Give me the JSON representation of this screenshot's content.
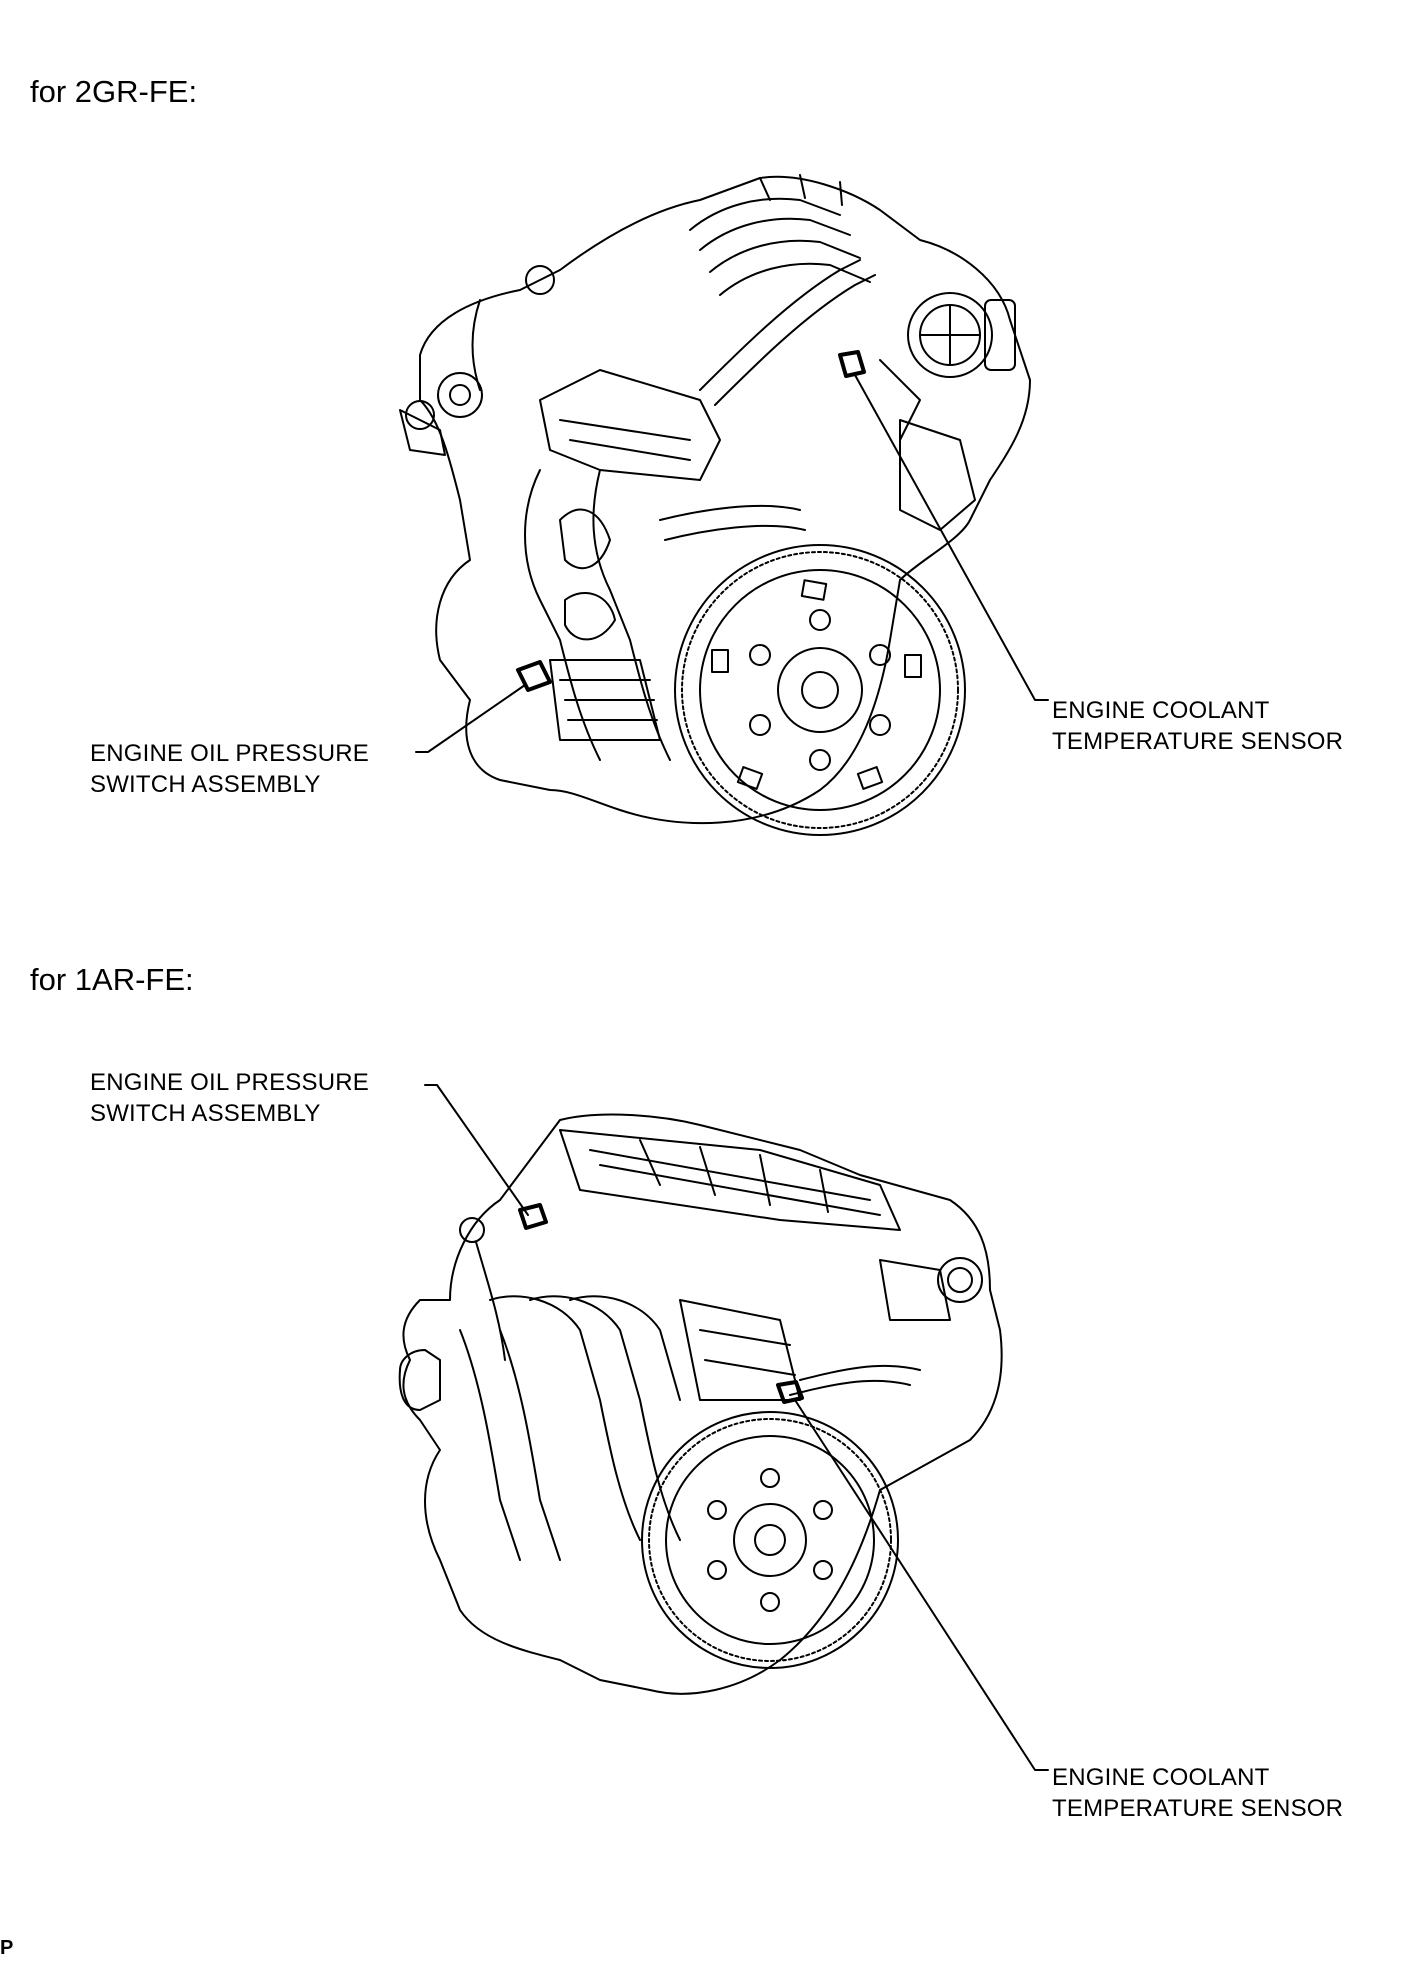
{
  "sections": [
    {
      "heading": "for 2GR-FE:",
      "callouts": {
        "oil_switch": {
          "line1": "ENGINE OIL PRESSURE",
          "line2": "SWITCH ASSEMBLY"
        },
        "coolant_sensor": {
          "line1": "ENGINE COOLANT",
          "line2": "TEMPERATURE SENSOR"
        }
      }
    },
    {
      "heading": "for 1AR-FE:",
      "callouts": {
        "oil_switch": {
          "line1": "ENGINE OIL PRESSURE",
          "line2": "SWITCH ASSEMBLY"
        },
        "coolant_sensor": {
          "line1": "ENGINE COOLANT",
          "line2": "TEMPERATURE SENSOR"
        }
      }
    }
  ],
  "corner_mark": "P"
}
